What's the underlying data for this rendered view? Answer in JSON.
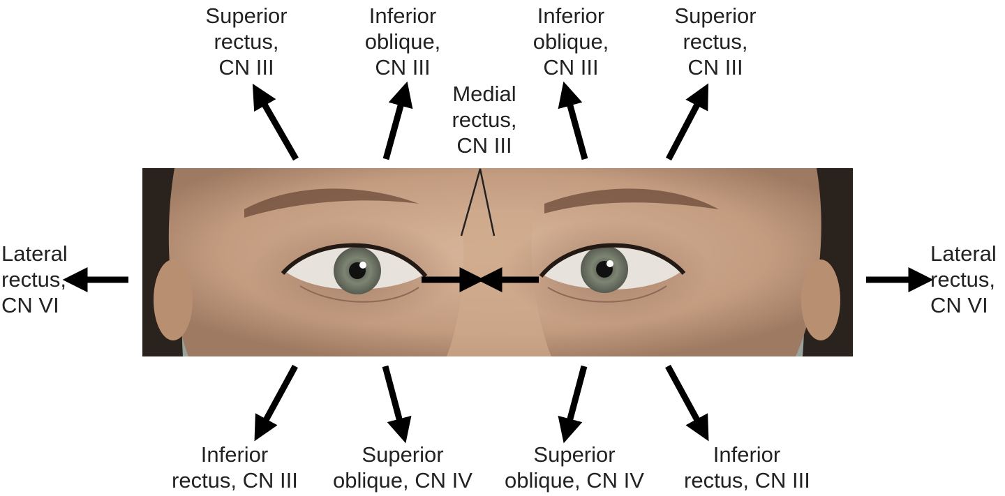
{
  "colors": {
    "background": "#ffffff",
    "text": "#222222",
    "arrow": "#000000",
    "photo_backdrop": "#9aa39a",
    "skin": "#c9a387",
    "hair": "#2a221d"
  },
  "photo": {
    "icon": "face-eyes-photo"
  },
  "labels": {
    "superior_rectus_right": [
      "Superior",
      "rectus,",
      "CN III"
    ],
    "inferior_oblique_right": [
      "Inferior",
      "oblique,",
      "CN III"
    ],
    "medial_rectus": [
      "Medial",
      "rectus,",
      "CN III"
    ],
    "inferior_oblique_left": [
      "Inferior",
      "oblique,",
      "CN III"
    ],
    "superior_rectus_left": [
      "Superior",
      "rectus,",
      "CN III"
    ],
    "lateral_rectus_right": [
      "Lateral",
      "rectus,",
      "CN VI"
    ],
    "lateral_rectus_left": [
      "Lateral",
      "rectus,",
      "CN VI"
    ],
    "inferior_rectus_right": [
      "Inferior",
      "rectus, CN III"
    ],
    "superior_oblique_right": [
      "Superior",
      "oblique, CN IV"
    ],
    "superior_oblique_left": [
      "Superior",
      "oblique, CN IV"
    ],
    "inferior_rectus_left": [
      "Inferior",
      "rectus, CN III"
    ]
  }
}
